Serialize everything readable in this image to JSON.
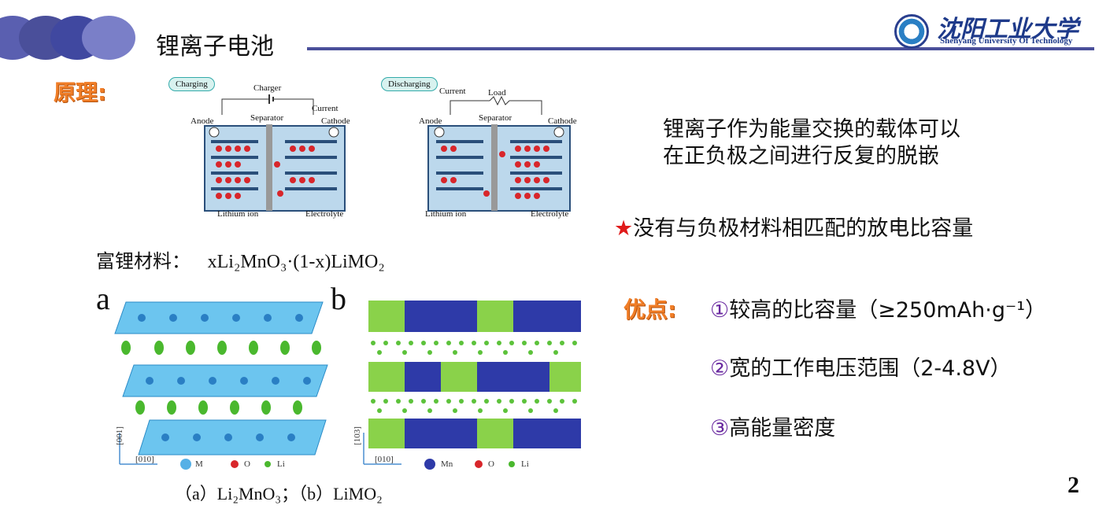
{
  "header": {
    "title": "锂离子电池",
    "logo_cn": "沈阳工业大学",
    "logo_en": "Shenyang University Of Technology"
  },
  "principle_label": "原理:",
  "charging": {
    "label": "Charging",
    "charger": "Charger",
    "current": "Current",
    "anode": "Anode",
    "separator": "Separator",
    "cathode": "Cathode",
    "lithium_ion": "Lithium ion",
    "electrolyte": "Electrolyte"
  },
  "discharging": {
    "label": "Discharging",
    "current": "Current",
    "load": "Load",
    "anode": "Anode",
    "separator": "Separator",
    "cathode": "Cathode",
    "lithium_ion": "Lithium ion",
    "electrolyte": "Electrolyte"
  },
  "description": [
    "锂离子作为能量交换的载体可以",
    "在正负极之间进行反复的脱嵌"
  ],
  "star_line": "★没有与负极材料相匹配的放电比容量",
  "rich_material": {
    "label": "富锂材料：",
    "formula": "xLi₂MnO₃·(1-x)LiMO₂"
  },
  "figure": {
    "label_a": "a",
    "label_b": "b",
    "axis_a_v": "[001]",
    "axis_a_h": "[010]",
    "axis_b_v": "[103]",
    "axis_b_h": "[010]",
    "legend_a": [
      "M",
      "O",
      "Li"
    ],
    "legend_b": [
      "Mn",
      "O",
      "Li"
    ],
    "caption": "（a）Li₂MnO₃；（b）LiMO₂"
  },
  "advantages": {
    "label": "优点:",
    "items": [
      "①较高的比容量（≥250mAh·g⁻¹）",
      "②宽的工作电压范围（2-4.8V）",
      "③高能量密度"
    ]
  },
  "page_number": "2",
  "colors": {
    "accent_blue": "#4a4f9a",
    "orange": "#f07e28",
    "star_red": "#e01b1b",
    "purple": "#6a2aa0"
  }
}
